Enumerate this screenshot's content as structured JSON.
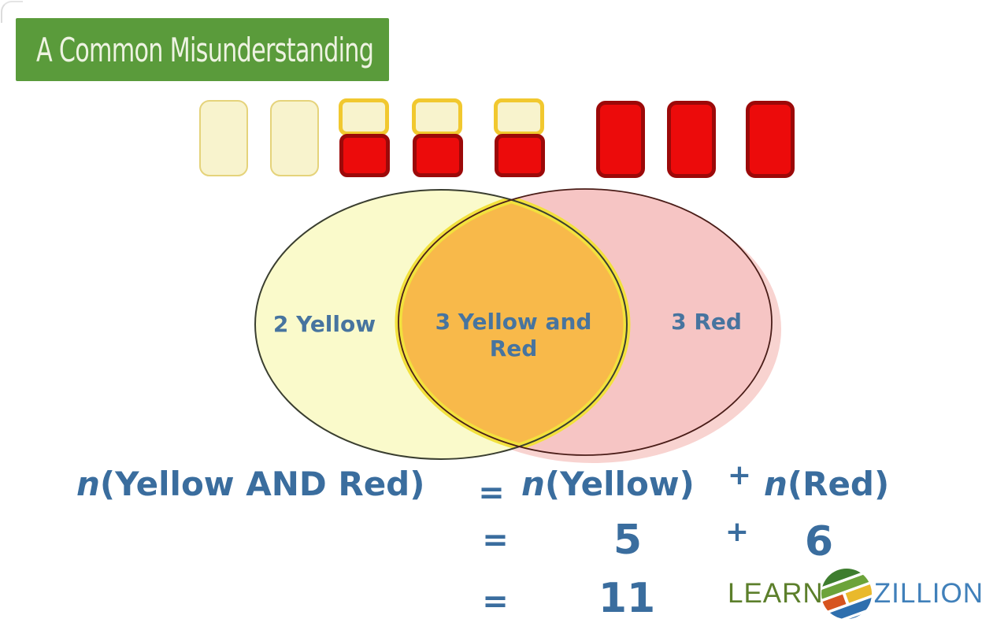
{
  "title": {
    "text": "A Common Misunderstanding"
  },
  "cards": {
    "items": [
      "yellow",
      "yellow",
      "yellow-red",
      "yellow-red",
      "yellow-red",
      "red",
      "red",
      "red"
    ]
  },
  "venn": {
    "left_label": "2 Yellow",
    "overlap_label_line1": "3 Yellow and",
    "overlap_label_line2": "Red",
    "right_label": "3 Red"
  },
  "equation": {
    "line1": {
      "lhs_n": "n",
      "lhs_args": "(Yellow AND Red)",
      "equals": "=",
      "rhs1_n": "n",
      "rhs1_args": "(Yellow)",
      "plus": "+",
      "rhs2_n": "n",
      "rhs2_args": "(Red)"
    },
    "line2": {
      "equals": "=",
      "value1": "5",
      "plus": "+",
      "value2": "6"
    },
    "line3": {
      "equals": "=",
      "result": "11"
    }
  },
  "logo": {
    "learn": "LEARN",
    "zillion": "ZILLION",
    "icon": "striped-globe-icon"
  },
  "colors": {
    "banner_green": "#5a9b3b",
    "card_pale_yellow": "#f8f3cd",
    "card_pale_yellow_border": "#e5d37b",
    "card_gold_border": "#f1c82f",
    "card_red": "#ec0b0b",
    "card_red_border": "#9c0909",
    "venn_yellow_fill": "#fafacb",
    "venn_pink_fill": "#f6c5c4",
    "venn_pink_shadow": "#f8d3d0",
    "venn_overlap_orange": "#f8b94a",
    "venn_glow_yellow": "#f2e13d",
    "handwriting_blue": "#3a6d9e",
    "logo_green": "#5c7f2b",
    "logo_blue": "#4080ba"
  }
}
